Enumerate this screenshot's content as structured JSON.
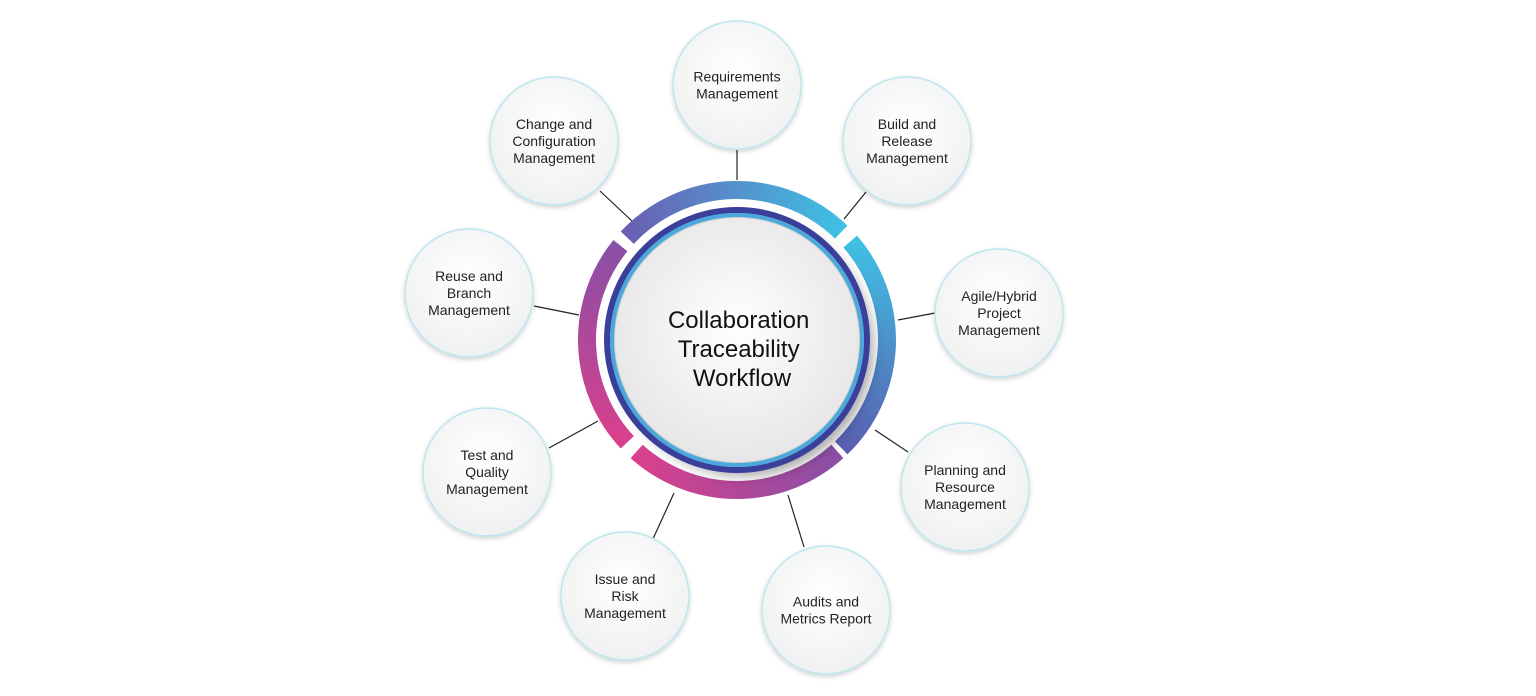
{
  "center": {
    "lines": [
      "Collaboration",
      "Traceability",
      "Workflow"
    ]
  },
  "nodes": [
    {
      "id": "requirements",
      "lines": [
        "Requirements",
        "Management"
      ]
    },
    {
      "id": "build-release",
      "lines": [
        "Build and",
        "Release",
        "Management"
      ]
    },
    {
      "id": "agile-hybrid",
      "lines": [
        "Agile/Hybrid",
        "Project",
        "Management"
      ]
    },
    {
      "id": "planning-resource",
      "lines": [
        "Planning and",
        "Resource",
        "Management"
      ]
    },
    {
      "id": "audits-metrics",
      "lines": [
        "Audits and",
        "Metrics Report"
      ]
    },
    {
      "id": "issue-risk",
      "lines": [
        "Issue and",
        "Risk",
        "Management"
      ]
    },
    {
      "id": "test-quality",
      "lines": [
        "Test and",
        "Quality",
        "Management"
      ]
    },
    {
      "id": "reuse-branch",
      "lines": [
        "Reuse and",
        "Branch",
        "Management"
      ]
    },
    {
      "id": "change-config",
      "lines": [
        "Change and",
        "Configuration",
        "Management"
      ]
    }
  ],
  "colors": {
    "ring_blue": "#3fc0e3",
    "ring_indigo": "#5a5fb0",
    "ring_purple": "#8a4fa6",
    "ring_magenta": "#d9408c",
    "inner_ring": "#3a3f9a",
    "node_border": "#bfe6f0",
    "connector": "#222222"
  }
}
